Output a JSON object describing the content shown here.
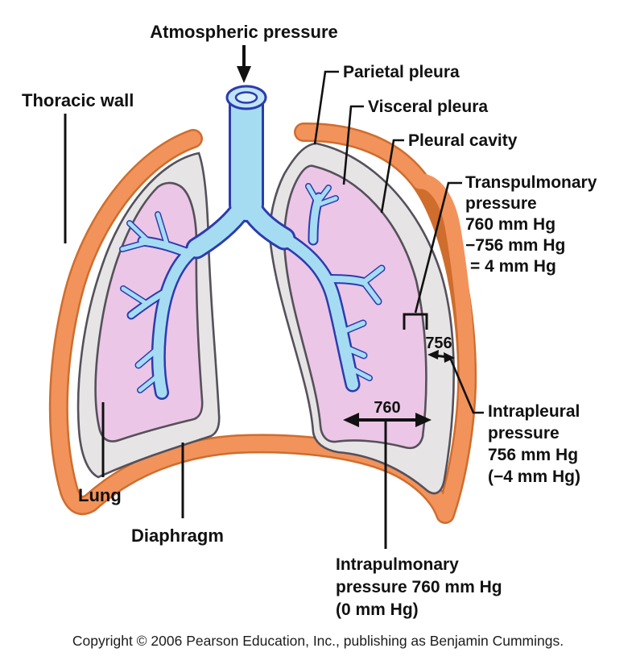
{
  "figure": {
    "title_label": "Atmospheric pressure",
    "copyright": "Copyright © 2006 Pearson Education, Inc., publishing as Benjamin Cummings."
  },
  "labels": {
    "thoracic_wall": "Thoracic wall",
    "parietal_pleura": "Parietal pleura",
    "visceral_pleura": "Visceral pleura",
    "pleural_cavity": "Pleural cavity",
    "lung": "Lung",
    "diaphragm": "Diaphragm",
    "transpulmonary": {
      "lines": [
        "Transpulmonary",
        "pressure",
        "760 mm Hg",
        "−756 mm Hg",
        "= 4 mm Hg"
      ]
    },
    "intrapleural": {
      "lines": [
        "Intrapleural",
        "pressure",
        "756 mm Hg",
        "(−4 mm Hg)"
      ]
    },
    "intrapulmonary": {
      "lines": [
        "Intrapulmonary",
        "pressure 760 mm Hg",
        "(0 mm Hg)"
      ]
    }
  },
  "measurements": {
    "intrapulmonary_value": "760",
    "intrapleural_value": "756"
  },
  "colors": {
    "thoracic_wall_fill": "#f2935c",
    "thoracic_wall_outline": "#cf6d2d",
    "pleural_cavity_fill": "#e6e4e5",
    "pleura_outline": "#55505a",
    "lung_fill": "#ecc6e6",
    "airway_fill": "#a6dcf2",
    "airway_outline": "#2b3cb0",
    "annotation": "#111111",
    "background": "#ffffff"
  }
}
